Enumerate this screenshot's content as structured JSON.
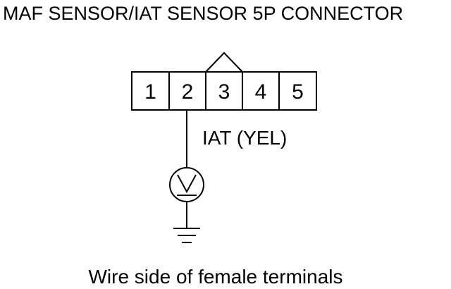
{
  "title": "MAF SENSOR/IAT SENSOR 5P CONNECTOR",
  "connector": {
    "pins": [
      "1",
      "2",
      "3",
      "4",
      "5"
    ]
  },
  "wire_label": "IAT (YEL)",
  "caption": "Wire side of female terminals",
  "icons": [
    "voltmeter-icon",
    "ground-icon"
  ]
}
